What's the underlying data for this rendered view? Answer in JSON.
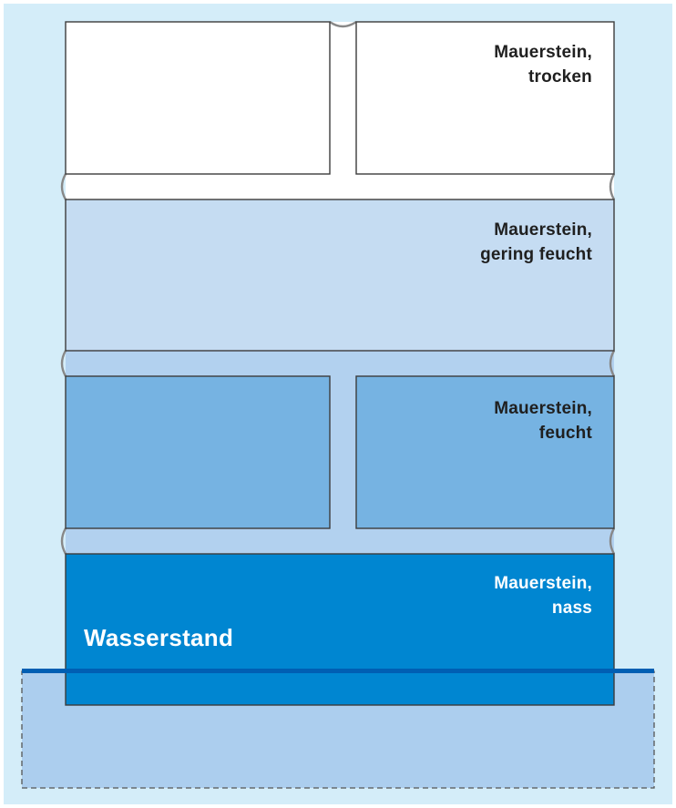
{
  "colors": {
    "background": "#d4edf9",
    "dry": "#ffffff",
    "slightly_damp": "#c5dcf2",
    "damp": "#76b3e2",
    "wet": "#0086d1",
    "mortar_damp": "#b2d1ef",
    "ground": "#acceee",
    "water_line": "#005fb3",
    "outline": "#3c3c3c"
  },
  "layers": [
    {
      "id": "dry",
      "line1": "Mauerstein,",
      "line2": "trocken"
    },
    {
      "id": "slightly_damp",
      "line1": "Mauerstein,",
      "line2": "gering feucht"
    },
    {
      "id": "damp",
      "line1": "Mauerstein,",
      "line2": "feucht"
    },
    {
      "id": "wet",
      "line1": "Mauerstein,",
      "line2": "nass"
    }
  ],
  "water_label": "Wasserstand"
}
